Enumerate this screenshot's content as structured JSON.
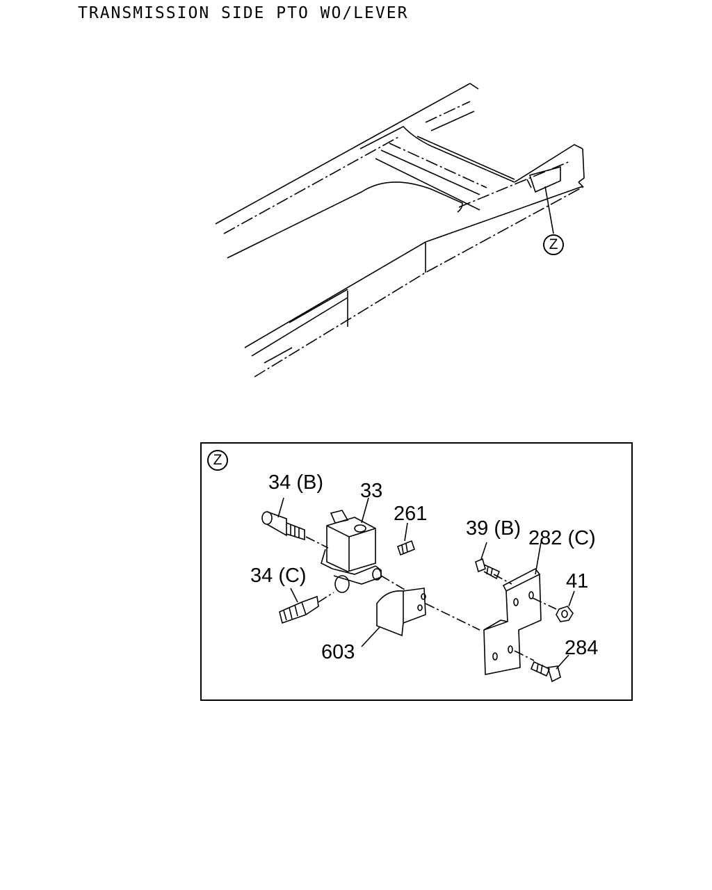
{
  "title": "TRANSMISSION SIDE PTO WO/LEVER",
  "detail_marker": "Z",
  "callouts": {
    "p34b": "34 (B)",
    "p33": "33",
    "p261": "261",
    "p39b": "39 (B)",
    "p282c": "282 (C)",
    "p34c": "34 (C)",
    "p41": "41",
    "p603": "603",
    "p284": "284"
  }
}
